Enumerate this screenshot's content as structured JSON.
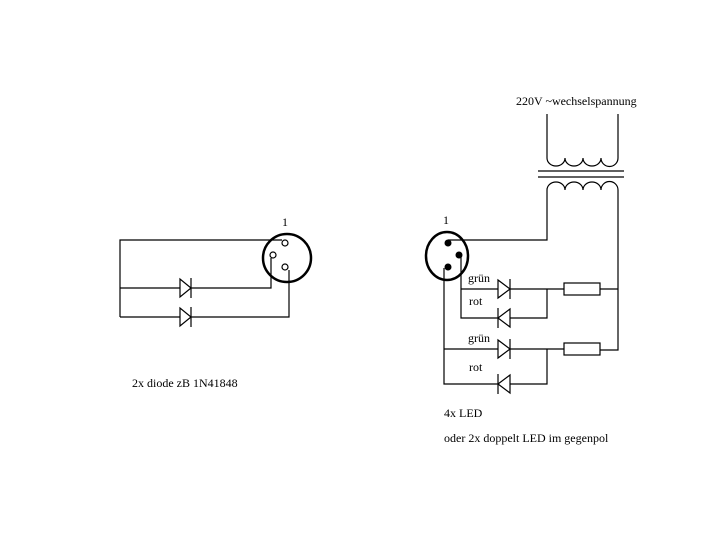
{
  "left_circuit": {
    "pin_label": "1",
    "caption": "2x diode zB 1N41848"
  },
  "right_circuit": {
    "pin_label": "1",
    "supply_label": "220V ~wechselspannung",
    "led_labels": [
      "grün",
      "rot",
      "grün",
      "rot"
    ],
    "caption_line1": "4x LED",
    "caption_line2": "oder 2x doppelt LED im gegenpol"
  }
}
